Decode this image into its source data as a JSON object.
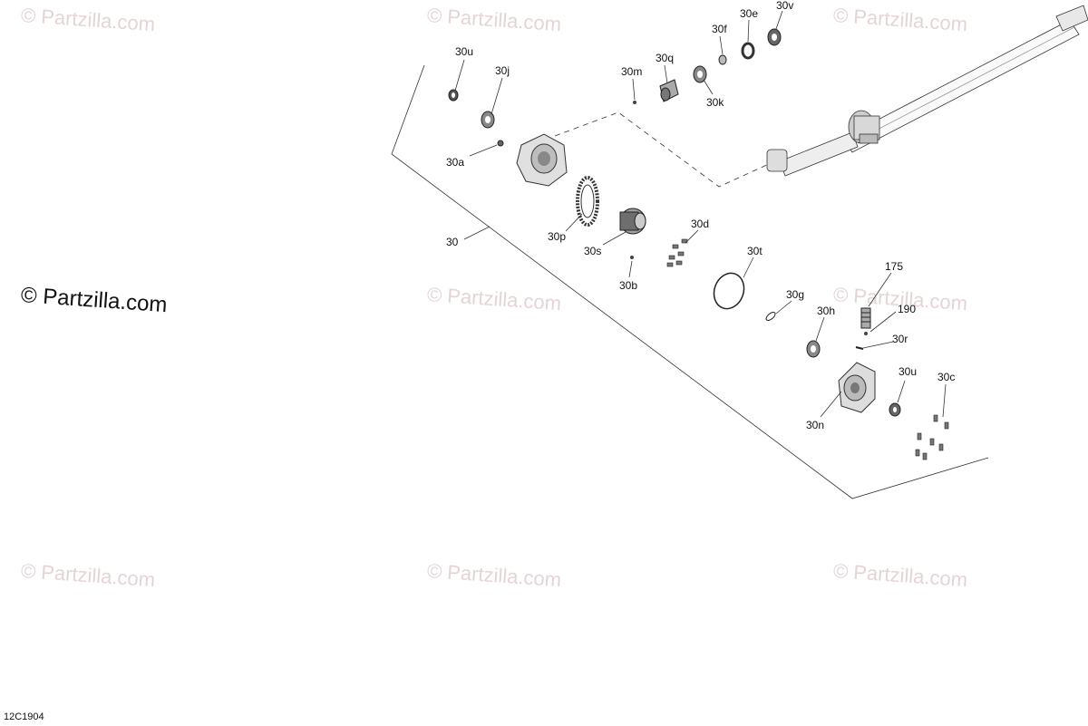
{
  "watermark": "© Partzilla.com",
  "drawing_code": "12C1904",
  "callouts": {
    "c30": "30",
    "c30a": "30a",
    "c30b": "30b",
    "c30c": "30c",
    "c30d": "30d",
    "c30e": "30e",
    "c30f": "30f",
    "c30g": "30g",
    "c30h": "30h",
    "c30j": "30j",
    "c30k": "30k",
    "c30m": "30m",
    "c30n": "30n",
    "c30p": "30p",
    "c30q": "30q",
    "c30r": "30r",
    "c30s": "30s",
    "c30t": "30t",
    "c30u_top": "30u",
    "c30u_bot": "30u",
    "c30v": "30v",
    "c175": "175",
    "c190": "190"
  }
}
